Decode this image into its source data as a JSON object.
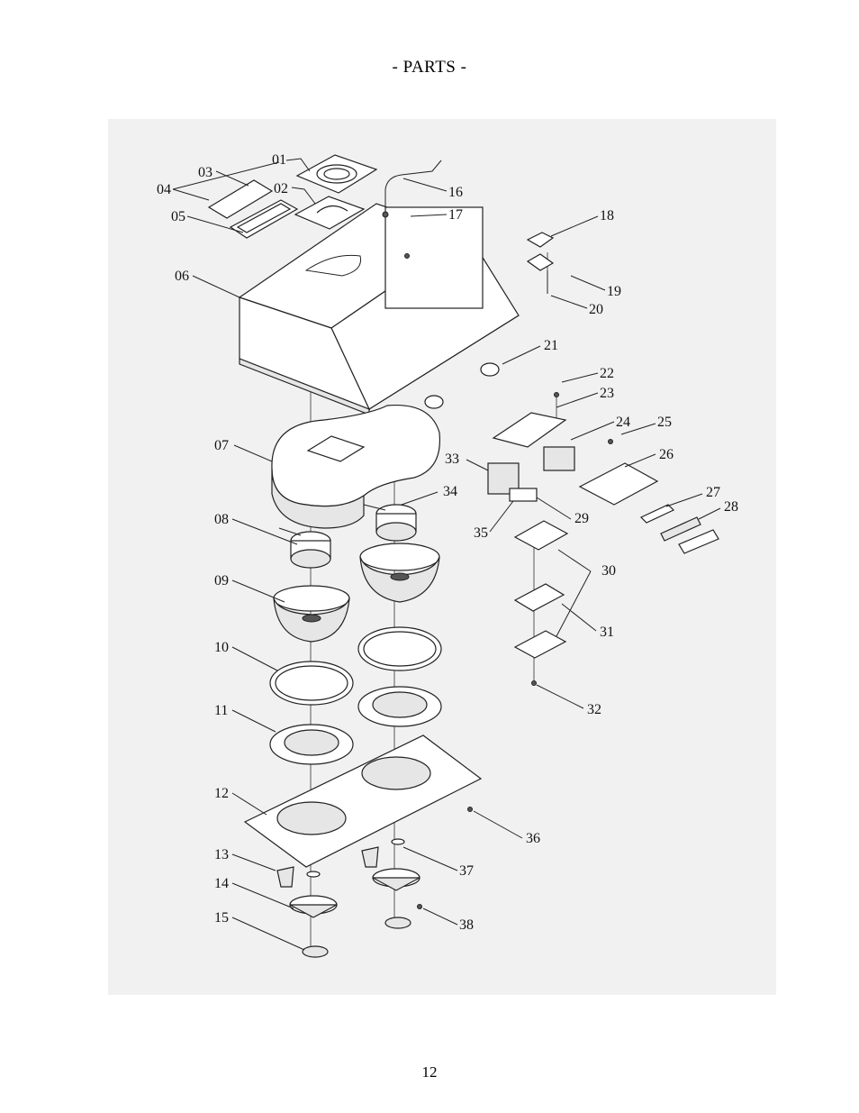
{
  "header": {
    "title": "- PARTS -"
  },
  "footer": {
    "page_number": "12"
  },
  "diagram": {
    "labels": [
      "01",
      "02",
      "03",
      "04",
      "05",
      "06",
      "07",
      "08",
      "09",
      "10",
      "11",
      "12",
      "13",
      "14",
      "15",
      "16",
      "17",
      "18",
      "19",
      "20",
      "21",
      "22",
      "23",
      "24",
      "25",
      "26",
      "27",
      "28",
      "29",
      "30",
      "31",
      "32",
      "33",
      "34",
      "35",
      "36",
      "37",
      "38"
    ]
  }
}
